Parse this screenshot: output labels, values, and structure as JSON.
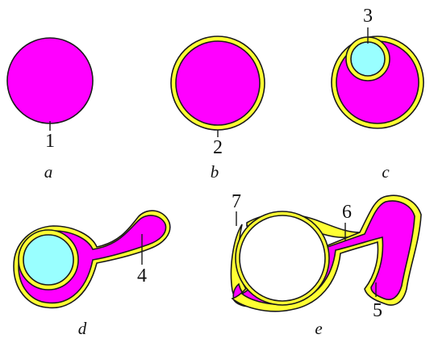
{
  "colors": {
    "pink": "#ff00ff",
    "yellow": "#ffff33",
    "cyan": "#99ffff",
    "white": "#ffffff",
    "outline": "#1a1a1a"
  },
  "panels": [
    {
      "caption": "a",
      "numbers": [
        "1"
      ]
    },
    {
      "caption": "b",
      "numbers": [
        "2"
      ]
    },
    {
      "caption": "c",
      "numbers": [
        "3"
      ]
    },
    {
      "caption": "d",
      "numbers": [
        "4"
      ]
    },
    {
      "caption": "e",
      "numbers": [
        "7",
        "6",
        "5"
      ]
    }
  ]
}
